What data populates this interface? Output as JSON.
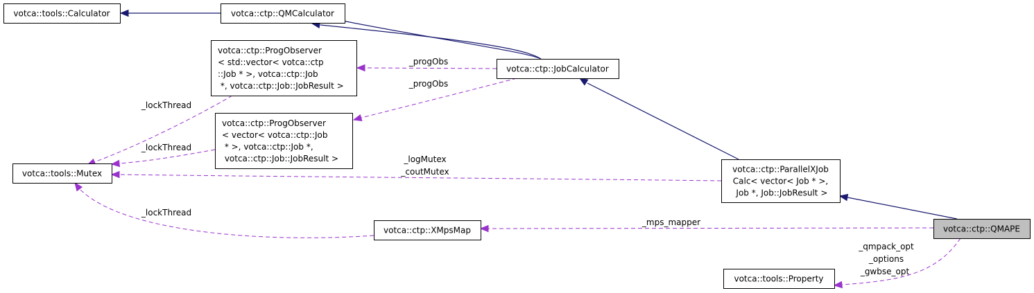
{
  "nodes": {
    "calculator": [
      "votca::tools::Calculator"
    ],
    "qmcalculator": [
      "votca::ctp::QMCalculator"
    ],
    "progobs1": [
      "votca::ctp::ProgObserver",
      "< std::vector< votca::ctp",
      "::Job * >, votca::ctp::Job",
      " *, votca::ctp::Job::JobResult >"
    ],
    "jobcalculator": [
      "votca::ctp::JobCalculator"
    ],
    "progobs2": [
      "votca::ctp::ProgObserver",
      "< vector< votca::ctp::Job",
      " * >, votca::ctp::Job *,",
      " votca::ctp::Job::JobResult >"
    ],
    "mutex": [
      "votca::tools::Mutex"
    ],
    "parallelxjob": [
      "votca::ctp::ParallelXJob",
      "Calc< vector< Job * >,",
      " Job *, Job::JobResult >"
    ],
    "xmpsmap": [
      "votca::ctp::XMpsMap"
    ],
    "qmape": [
      "votca::ctp::QMAPE"
    ],
    "property": [
      "votca::tools::Property"
    ]
  },
  "edge_labels": {
    "progobs_top": "_progObs",
    "progobs_bottom": "_progObs",
    "lockthread_1": "_lockThread",
    "lockthread_2": "_lockThread",
    "lockthread_3": "_lockThread",
    "logmutex": "_logMutex",
    "coutmutex": "_coutMutex",
    "mps_mapper": "_mps_mapper",
    "qmpack_opt": "_qmpack_opt",
    "options": "_options",
    "gwbse_opt": "_gwbse_opt"
  },
  "colors": {
    "inheritance": "#191970",
    "usage": "#9a32cd",
    "focus_fill": "#bfbfbf"
  }
}
